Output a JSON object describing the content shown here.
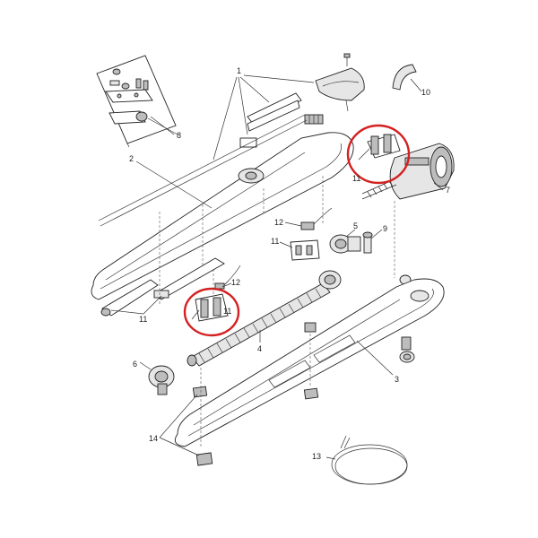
{
  "labels": {
    "l1": "1",
    "l2": "2",
    "l3": "3",
    "l4": "4",
    "l5": "5",
    "l6": "6",
    "l7": "7",
    "l8": "8",
    "l9": "9",
    "l10": "10",
    "l11a": "11",
    "l11b": "11",
    "l11c": "11",
    "l11d": "11",
    "l12a": "12",
    "l12b": "12",
    "l13": "13",
    "l14": "14"
  },
  "highlight_color": "#d42020"
}
